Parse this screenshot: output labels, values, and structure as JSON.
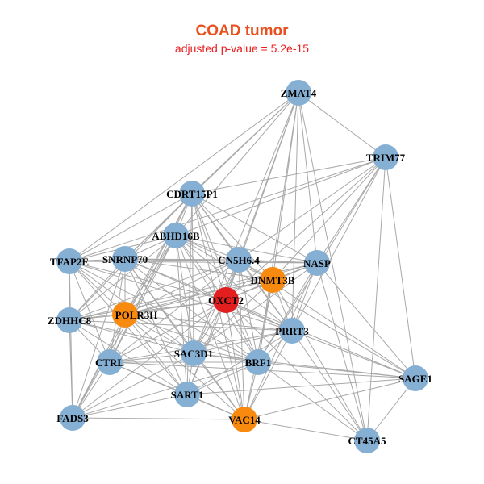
{
  "title": "COAD tumor",
  "subtitle": "adjusted p-value = 5.2e-15",
  "colors": {
    "normal": "#86b0d3",
    "highlight": "#f98a10",
    "center": "#e21e1e",
    "edge": "#a8a8a8"
  },
  "nodes": [
    {
      "id": "ZMAT4",
      "label": "ZMAT4",
      "type": "normal"
    },
    {
      "id": "TRIM77",
      "label": "TRIM77",
      "type": "normal"
    },
    {
      "id": "CDRT15P1",
      "label": "CDRT15P1",
      "type": "normal"
    },
    {
      "id": "ABHD16B",
      "label": "ABHD16B",
      "type": "normal"
    },
    {
      "id": "TFAP2E",
      "label": "TFAP2E",
      "type": "normal"
    },
    {
      "id": "SNRNP70",
      "label": "SNRNP70",
      "type": "normal"
    },
    {
      "id": "CN5H6.4",
      "label": "CN5H6.4",
      "type": "normal"
    },
    {
      "id": "NASP",
      "label": "NASP",
      "type": "normal"
    },
    {
      "id": "DNMT3B",
      "label": "DNMT3B",
      "type": "highlight"
    },
    {
      "id": "OXCT2",
      "label": "OXCT2",
      "type": "center"
    },
    {
      "id": "ZDHHC8",
      "label": "ZDHHC8",
      "type": "normal"
    },
    {
      "id": "POLR3H",
      "label": "POLR3H",
      "type": "highlight"
    },
    {
      "id": "PRRT3",
      "label": "PRRT3",
      "type": "normal"
    },
    {
      "id": "CTRL",
      "label": "CTRL",
      "type": "normal"
    },
    {
      "id": "SAC3D1",
      "label": "SAC3D1",
      "type": "normal"
    },
    {
      "id": "BRF1",
      "label": "BRF1",
      "type": "normal"
    },
    {
      "id": "SAGE1",
      "label": "SAGE1",
      "type": "normal"
    },
    {
      "id": "SART1",
      "label": "SART1",
      "type": "normal"
    },
    {
      "id": "FADS3",
      "label": "FADS3",
      "type": "normal"
    },
    {
      "id": "VAC14",
      "label": "VAC14",
      "type": "highlight"
    },
    {
      "id": "CT45A5",
      "label": "CT45A5",
      "type": "normal"
    }
  ],
  "edges": [
    [
      "ZMAT4",
      "TRIM77"
    ],
    [
      "ZMAT4",
      "CDRT15P1"
    ],
    [
      "ZMAT4",
      "ABHD16B"
    ],
    [
      "ZMAT4",
      "SNRNP70"
    ],
    [
      "ZMAT4",
      "CN5H6.4"
    ],
    [
      "ZMAT4",
      "NASP"
    ],
    [
      "ZMAT4",
      "DNMT3B"
    ],
    [
      "ZMAT4",
      "OXCT2"
    ],
    [
      "ZMAT4",
      "PRRT3"
    ],
    [
      "ZMAT4",
      "BRF1"
    ],
    [
      "ZMAT4",
      "SAC3D1"
    ],
    [
      "ZMAT4",
      "CT45A5"
    ],
    [
      "ZMAT4",
      "TFAP2E"
    ],
    [
      "TRIM77",
      "CDRT15P1"
    ],
    [
      "TRIM77",
      "ABHD16B"
    ],
    [
      "TRIM77",
      "CN5H6.4"
    ],
    [
      "TRIM77",
      "NASP"
    ],
    [
      "TRIM77",
      "OXCT2"
    ],
    [
      "TRIM77",
      "PRRT3"
    ],
    [
      "TRIM77",
      "BRF1"
    ],
    [
      "TRIM77",
      "SAGE1"
    ],
    [
      "TRIM77",
      "CT45A5"
    ],
    [
      "TRIM77",
      "TFAP2E"
    ],
    [
      "TRIM77",
      "DNMT3B"
    ],
    [
      "CDRT15P1",
      "ABHD16B"
    ],
    [
      "CDRT15P1",
      "TFAP2E"
    ],
    [
      "CDRT15P1",
      "SNRNP70"
    ],
    [
      "CDRT15P1",
      "CN5H6.4"
    ],
    [
      "CDRT15P1",
      "NASP"
    ],
    [
      "CDRT15P1",
      "DNMT3B"
    ],
    [
      "CDRT15P1",
      "OXCT2"
    ],
    [
      "CDRT15P1",
      "ZDHHC8"
    ],
    [
      "CDRT15P1",
      "POLR3H"
    ],
    [
      "CDRT15P1",
      "PRRT3"
    ],
    [
      "CDRT15P1",
      "CTRL"
    ],
    [
      "CDRT15P1",
      "SAC3D1"
    ],
    [
      "CDRT15P1",
      "BRF1"
    ],
    [
      "CDRT15P1",
      "SART1"
    ],
    [
      "CDRT15P1",
      "FADS3"
    ],
    [
      "CDRT15P1",
      "VAC14"
    ],
    [
      "ABHD16B",
      "TFAP2E"
    ],
    [
      "ABHD16B",
      "SNRNP70"
    ],
    [
      "ABHD16B",
      "CN5H6.4"
    ],
    [
      "ABHD16B",
      "NASP"
    ],
    [
      "ABHD16B",
      "DNMT3B"
    ],
    [
      "ABHD16B",
      "OXCT2"
    ],
    [
      "ABHD16B",
      "ZDHHC8"
    ],
    [
      "ABHD16B",
      "POLR3H"
    ],
    [
      "ABHD16B",
      "PRRT3"
    ],
    [
      "ABHD16B",
      "CTRL"
    ],
    [
      "ABHD16B",
      "SAC3D1"
    ],
    [
      "ABHD16B",
      "BRF1"
    ],
    [
      "ABHD16B",
      "SART1"
    ],
    [
      "ABHD16B",
      "FADS3"
    ],
    [
      "ABHD16B",
      "VAC14"
    ],
    [
      "ABHD16B",
      "SAGE1"
    ],
    [
      "TFAP2E",
      "SNRNP70"
    ],
    [
      "TFAP2E",
      "CN5H6.4"
    ],
    [
      "TFAP2E",
      "NASP"
    ],
    [
      "TFAP2E",
      "OXCT2"
    ],
    [
      "TFAP2E",
      "ZDHHC8"
    ],
    [
      "TFAP2E",
      "POLR3H"
    ],
    [
      "TFAP2E",
      "PRRT3"
    ],
    [
      "TFAP2E",
      "CTRL"
    ],
    [
      "TFAP2E",
      "SAC3D1"
    ],
    [
      "TFAP2E",
      "BRF1"
    ],
    [
      "TFAP2E",
      "SART1"
    ],
    [
      "TFAP2E",
      "FADS3"
    ],
    [
      "SNRNP70",
      "CN5H6.4"
    ],
    [
      "SNRNP70",
      "NASP"
    ],
    [
      "SNRNP70",
      "DNMT3B"
    ],
    [
      "SNRNP70",
      "OXCT2"
    ],
    [
      "SNRNP70",
      "ZDHHC8"
    ],
    [
      "SNRNP70",
      "POLR3H"
    ],
    [
      "SNRNP70",
      "PRRT3"
    ],
    [
      "SNRNP70",
      "CTRL"
    ],
    [
      "SNRNP70",
      "SAC3D1"
    ],
    [
      "SNRNP70",
      "BRF1"
    ],
    [
      "SNRNP70",
      "SART1"
    ],
    [
      "SNRNP70",
      "FADS3"
    ],
    [
      "SNRNP70",
      "VAC14"
    ],
    [
      "CN5H6.4",
      "NASP"
    ],
    [
      "CN5H6.4",
      "DNMT3B"
    ],
    [
      "CN5H6.4",
      "OXCT2"
    ],
    [
      "CN5H6.4",
      "ZDHHC8"
    ],
    [
      "CN5H6.4",
      "POLR3H"
    ],
    [
      "CN5H6.4",
      "PRRT3"
    ],
    [
      "CN5H6.4",
      "CTRL"
    ],
    [
      "CN5H6.4",
      "SAC3D1"
    ],
    [
      "CN5H6.4",
      "BRF1"
    ],
    [
      "CN5H6.4",
      "SART1"
    ],
    [
      "CN5H6.4",
      "VAC14"
    ],
    [
      "CN5H6.4",
      "SAGE1"
    ],
    [
      "NASP",
      "DNMT3B"
    ],
    [
      "NASP",
      "OXCT2"
    ],
    [
      "NASP",
      "POLR3H"
    ],
    [
      "NASP",
      "PRRT3"
    ],
    [
      "NASP",
      "SAC3D1"
    ],
    [
      "NASP",
      "BRF1"
    ],
    [
      "NASP",
      "SAGE1"
    ],
    [
      "NASP",
      "VAC14"
    ],
    [
      "NASP",
      "CT45A5"
    ],
    [
      "NASP",
      "ZDHHC8"
    ],
    [
      "DNMT3B",
      "OXCT2"
    ],
    [
      "DNMT3B",
      "POLR3H"
    ],
    [
      "DNMT3B",
      "PRRT3"
    ],
    [
      "DNMT3B",
      "SAC3D1"
    ],
    [
      "DNMT3B",
      "BRF1"
    ],
    [
      "DNMT3B",
      "ZDHHC8"
    ],
    [
      "DNMT3B",
      "VAC14"
    ],
    [
      "DNMT3B",
      "CT45A5"
    ],
    [
      "OXCT2",
      "ZDHHC8"
    ],
    [
      "OXCT2",
      "POLR3H"
    ],
    [
      "OXCT2",
      "PRRT3"
    ],
    [
      "OXCT2",
      "CTRL"
    ],
    [
      "OXCT2",
      "SAC3D1"
    ],
    [
      "OXCT2",
      "BRF1"
    ],
    [
      "OXCT2",
      "SAGE1"
    ],
    [
      "OXCT2",
      "SART1"
    ],
    [
      "OXCT2",
      "FADS3"
    ],
    [
      "OXCT2",
      "VAC14"
    ],
    [
      "OXCT2",
      "CT45A5"
    ],
    [
      "ZDHHC8",
      "POLR3H"
    ],
    [
      "ZDHHC8",
      "PRRT3"
    ],
    [
      "ZDHHC8",
      "CTRL"
    ],
    [
      "ZDHHC8",
      "SAC3D1"
    ],
    [
      "ZDHHC8",
      "BRF1"
    ],
    [
      "ZDHHC8",
      "SART1"
    ],
    [
      "ZDHHC8",
      "FADS3"
    ],
    [
      "POLR3H",
      "PRRT3"
    ],
    [
      "POLR3H",
      "CTRL"
    ],
    [
      "POLR3H",
      "SAC3D1"
    ],
    [
      "POLR3H",
      "BRF1"
    ],
    [
      "POLR3H",
      "SART1"
    ],
    [
      "POLR3H",
      "FADS3"
    ],
    [
      "POLR3H",
      "VAC14"
    ],
    [
      "PRRT3",
      "CTRL"
    ],
    [
      "PRRT3",
      "SAC3D1"
    ],
    [
      "PRRT3",
      "BRF1"
    ],
    [
      "PRRT3",
      "SAGE1"
    ],
    [
      "PRRT3",
      "SART1"
    ],
    [
      "PRRT3",
      "VAC14"
    ],
    [
      "PRRT3",
      "CT45A5"
    ],
    [
      "CTRL",
      "SAC3D1"
    ],
    [
      "CTRL",
      "BRF1"
    ],
    [
      "CTRL",
      "SART1"
    ],
    [
      "CTRL",
      "FADS3"
    ],
    [
      "CTRL",
      "VAC14"
    ],
    [
      "CTRL",
      "SAGE1"
    ],
    [
      "SAC3D1",
      "BRF1"
    ],
    [
      "SAC3D1",
      "SART1"
    ],
    [
      "SAC3D1",
      "FADS3"
    ],
    [
      "SAC3D1",
      "VAC14"
    ],
    [
      "SAC3D1",
      "SAGE1"
    ],
    [
      "BRF1",
      "SAGE1"
    ],
    [
      "BRF1",
      "SART1"
    ],
    [
      "BRF1",
      "FADS3"
    ],
    [
      "BRF1",
      "VAC14"
    ],
    [
      "BRF1",
      "CT45A5"
    ],
    [
      "SAGE1",
      "SART1"
    ],
    [
      "SAGE1",
      "VAC14"
    ],
    [
      "SAGE1",
      "CT45A5"
    ],
    [
      "SART1",
      "FADS3"
    ],
    [
      "SART1",
      "VAC14"
    ],
    [
      "FADS3",
      "VAC14"
    ],
    [
      "VAC14",
      "CT45A5"
    ]
  ]
}
